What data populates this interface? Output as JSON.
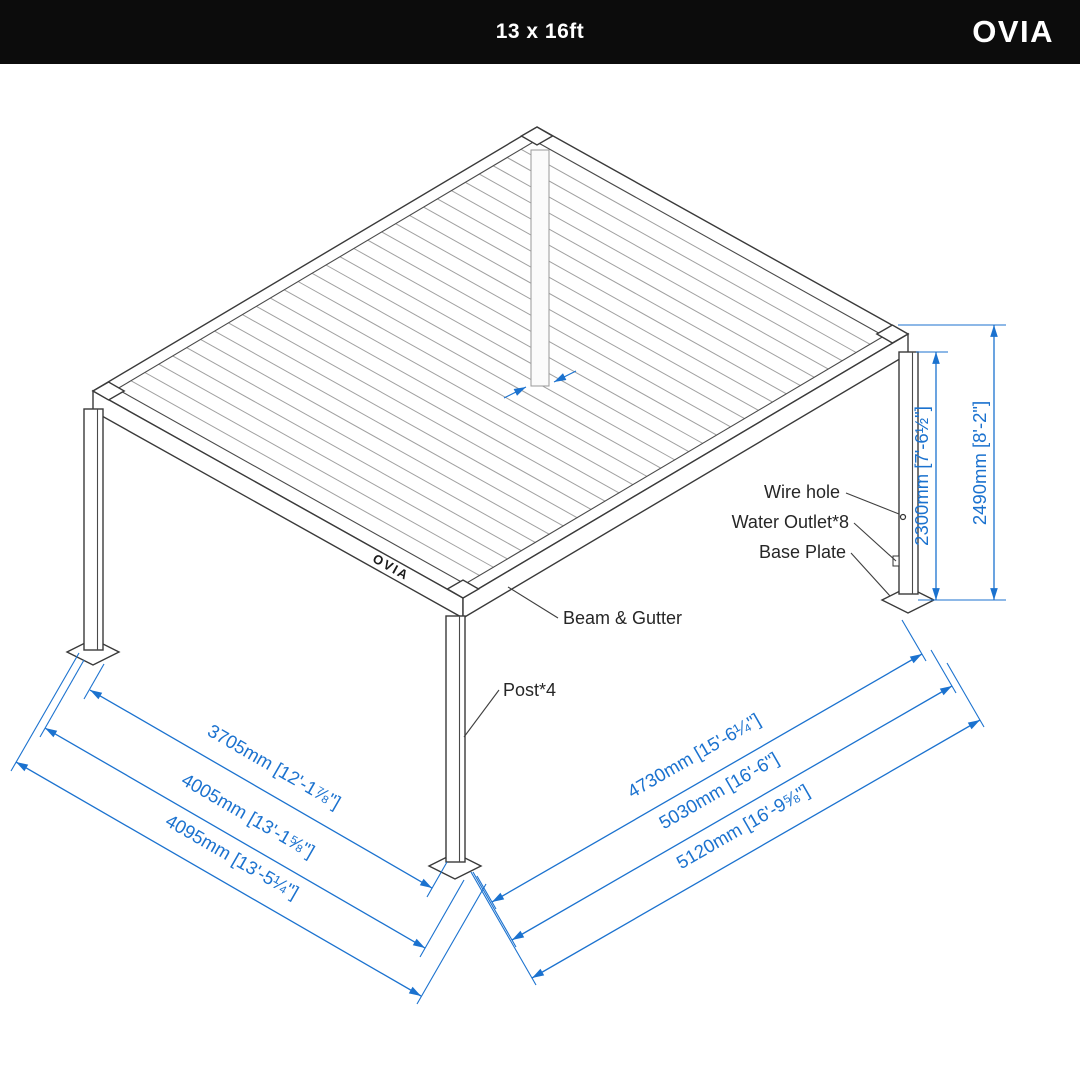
{
  "header": {
    "title": "13 x 16ft",
    "brand": "OVIA"
  },
  "drawing": {
    "beam_logo": "OVIA",
    "callouts": {
      "wire_hole": "Wire hole",
      "water_outlet": "Water Outlet*8",
      "base_plate": "Base Plate",
      "beam_gutter": "Beam & Gutter",
      "post": "Post*4"
    },
    "dimensions": {
      "depth": [
        {
          "mm": 3705,
          "display": "3705mm [12'-1⅞\"]"
        },
        {
          "mm": 4005,
          "display": "4005mm [13'-1⅝\"]"
        },
        {
          "mm": 4095,
          "display": "4095mm [13'-5¼\"]"
        }
      ],
      "width": [
        {
          "mm": 4730,
          "display": "4730mm [15'-6¼\"]"
        },
        {
          "mm": 5030,
          "display": "5030mm [16'-6\"]"
        },
        {
          "mm": 5120,
          "display": "5120mm [16'-9⅝\"]"
        }
      ],
      "height": [
        {
          "mm": 2300,
          "display": "2300mm [7'-6½\"]"
        },
        {
          "mm": 2490,
          "display": "2490mm [8'-2\"]"
        }
      ]
    },
    "colors": {
      "dimension": "#1b72cf",
      "line": "#3a3a3a"
    }
  }
}
